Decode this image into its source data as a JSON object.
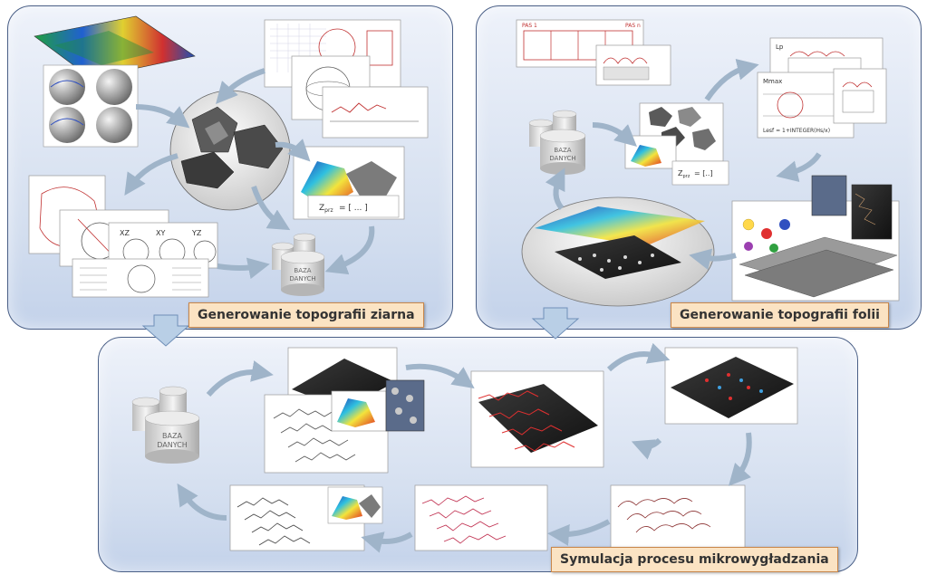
{
  "labels": {
    "grain_caption": "Generowanie topografii ziarna",
    "foil_caption": "Generowanie topografii folii",
    "sim_caption": "Symulacja procesu mikrowygładzania",
    "db_line1": "BAZA",
    "db_line2": "DANYCH",
    "view_xz": "XZ",
    "view_xy": "XY",
    "view_yz": "YZ",
    "formula_z": "Z",
    "formula_z_sub": "prz",
    "pas_left": "PAS 1",
    "pas_right": "PAS n",
    "formula_bottom": "Lesf = 1+INTEGER(Hs/x)",
    "stack_label_1": "Lp",
    "stack_label_2": "Mmax"
  },
  "colors": {
    "panel_border": "#4a5f86",
    "caption_bg": "#fbe3c3",
    "caption_border": "#c8864a",
    "arrow": "#9fb4c9",
    "down_arrow": "#b9cfe6"
  }
}
